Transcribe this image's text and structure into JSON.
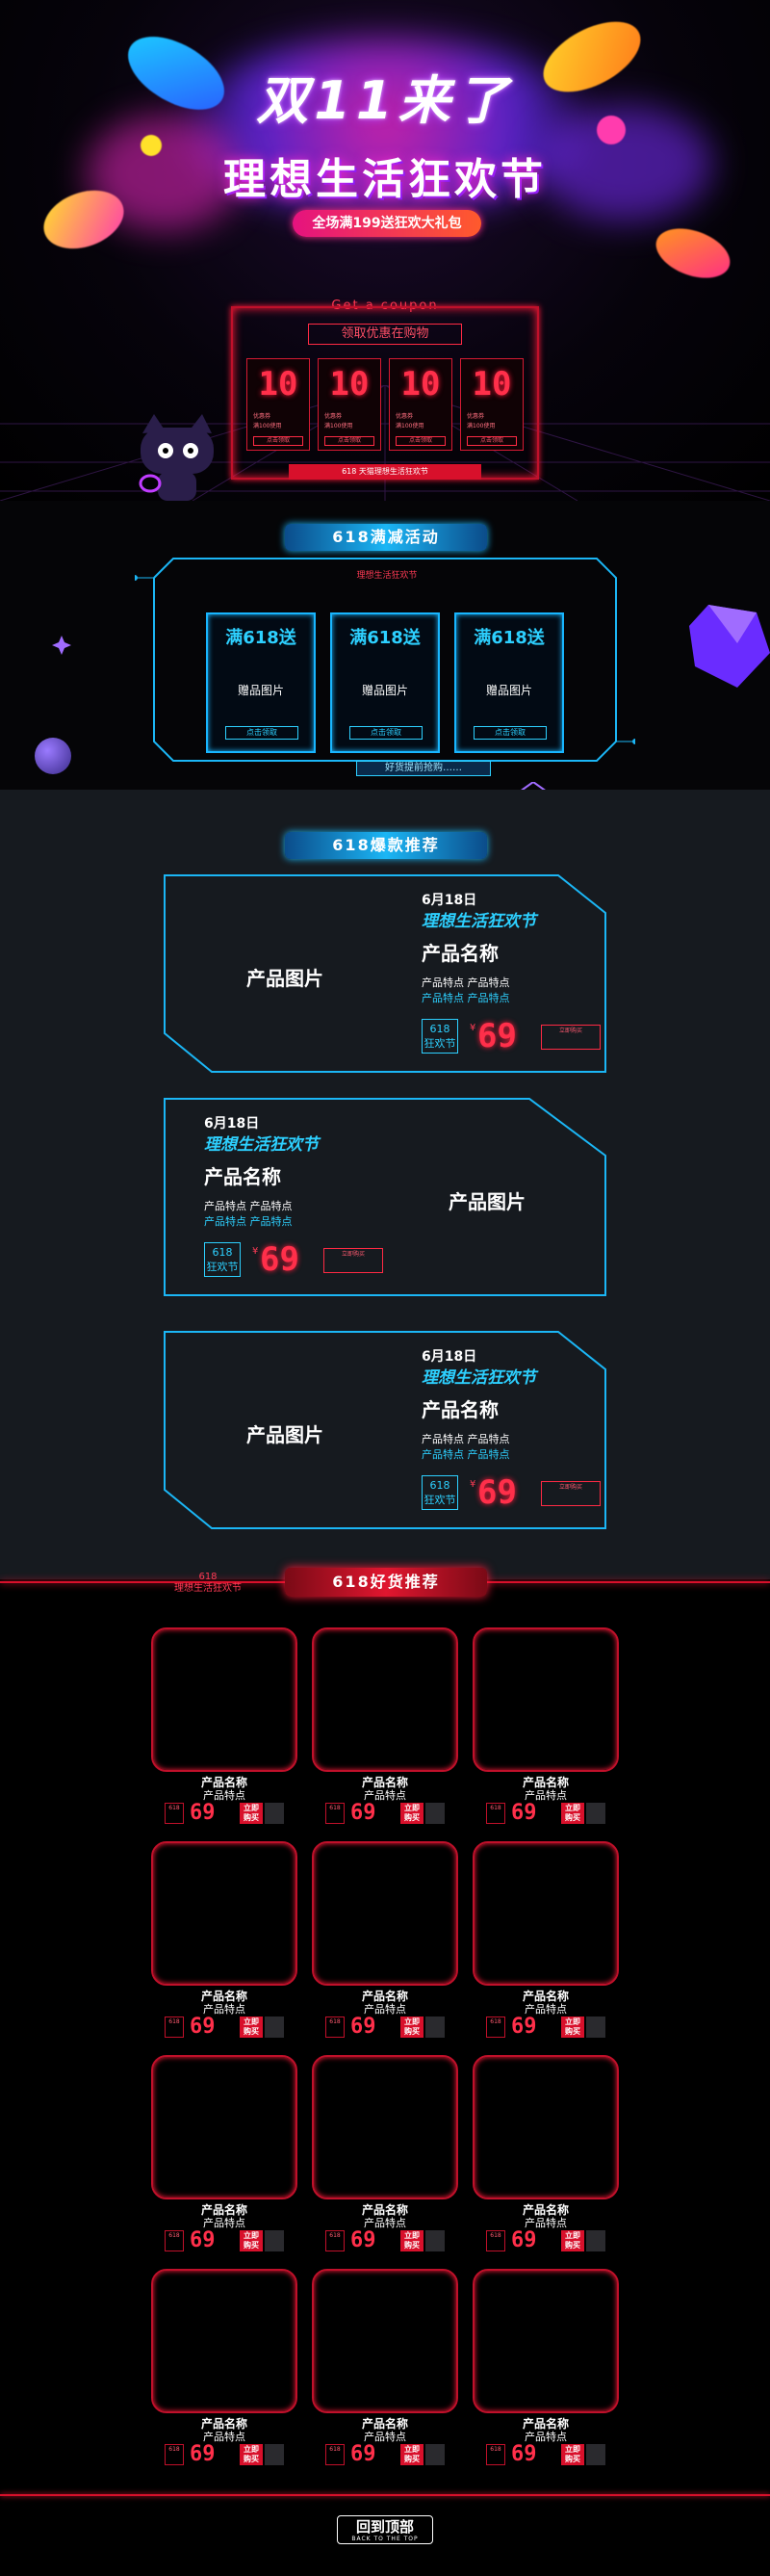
{
  "hero": {
    "title": "双11来了",
    "subtitle": "理想生活狂欢节",
    "promo_pill": "全场满199送狂欢大礼包"
  },
  "coupon": {
    "title_en": "Get a coupon",
    "title_cn": "领取优惠在购物",
    "cards": [
      {
        "value": "10",
        "line1": "优惠券",
        "line2": "满100使用",
        "button": "点击领取"
      },
      {
        "value": "10",
        "line1": "优惠券",
        "line2": "满100使用",
        "button": "点击领取"
      },
      {
        "value": "10",
        "line1": "优惠券",
        "line2": "满100使用",
        "button": "点击领取"
      },
      {
        "value": "10",
        "line1": "优惠券",
        "line2": "满100使用",
        "button": "点击领取"
      }
    ],
    "bar": "618 天猫理想生活狂欢节"
  },
  "reduction": {
    "tag": "618满减活动",
    "mini_logo": "理想生活狂欢节",
    "cards": [
      {
        "title": "满618送",
        "gift": "赠品图片",
        "button": "点击领取"
      },
      {
        "title": "满618送",
        "gift": "赠品图片",
        "button": "点击领取"
      },
      {
        "title": "满618送",
        "gift": "赠品图片",
        "button": "点击领取"
      }
    ],
    "footer": "好货提前抢购……"
  },
  "hot": {
    "tag": "618爆款推荐",
    "items": [
      {
        "img": "产品图片",
        "date": "6月18日",
        "fest": "理想生活狂欢节",
        "name": "产品名称",
        "feat1": "产品特点 产品特点",
        "feat2": "产品特点 产品特点",
        "logo1": "618",
        "logo2": "狂欢节",
        "yen": "¥",
        "price": "69",
        "extra": "立即购买"
      },
      {
        "img": "产品图片",
        "date": "6月18日",
        "fest": "理想生活狂欢节",
        "name": "产品名称",
        "feat1": "产品特点 产品特点",
        "feat2": "产品特点 产品特点",
        "logo1": "618",
        "logo2": "狂欢节",
        "yen": "¥",
        "price": "69",
        "extra": "立即购买"
      },
      {
        "img": "产品图片",
        "date": "6月18日",
        "fest": "理想生活狂欢节",
        "name": "产品名称",
        "feat1": "产品特点 产品特点",
        "feat2": "产品特点 产品特点",
        "logo1": "618",
        "logo2": "狂欢节",
        "yen": "¥",
        "price": "69",
        "extra": "立即购买"
      }
    ]
  },
  "goods": {
    "tag": "618好货推荐",
    "badge1": "618",
    "badge2": "理想生活狂欢节",
    "item": {
      "name": "产品名称",
      "feat": "产品特点",
      "logo": "618",
      "price": "69",
      "buy1": "立即",
      "buy2": "购买"
    }
  },
  "back_to_top": {
    "cn": "回到顶部",
    "en": "BACK TO THE TOP"
  },
  "colors": {
    "accent_red": "#ff2f4a",
    "accent_cyan": "#2dd0ff"
  }
}
